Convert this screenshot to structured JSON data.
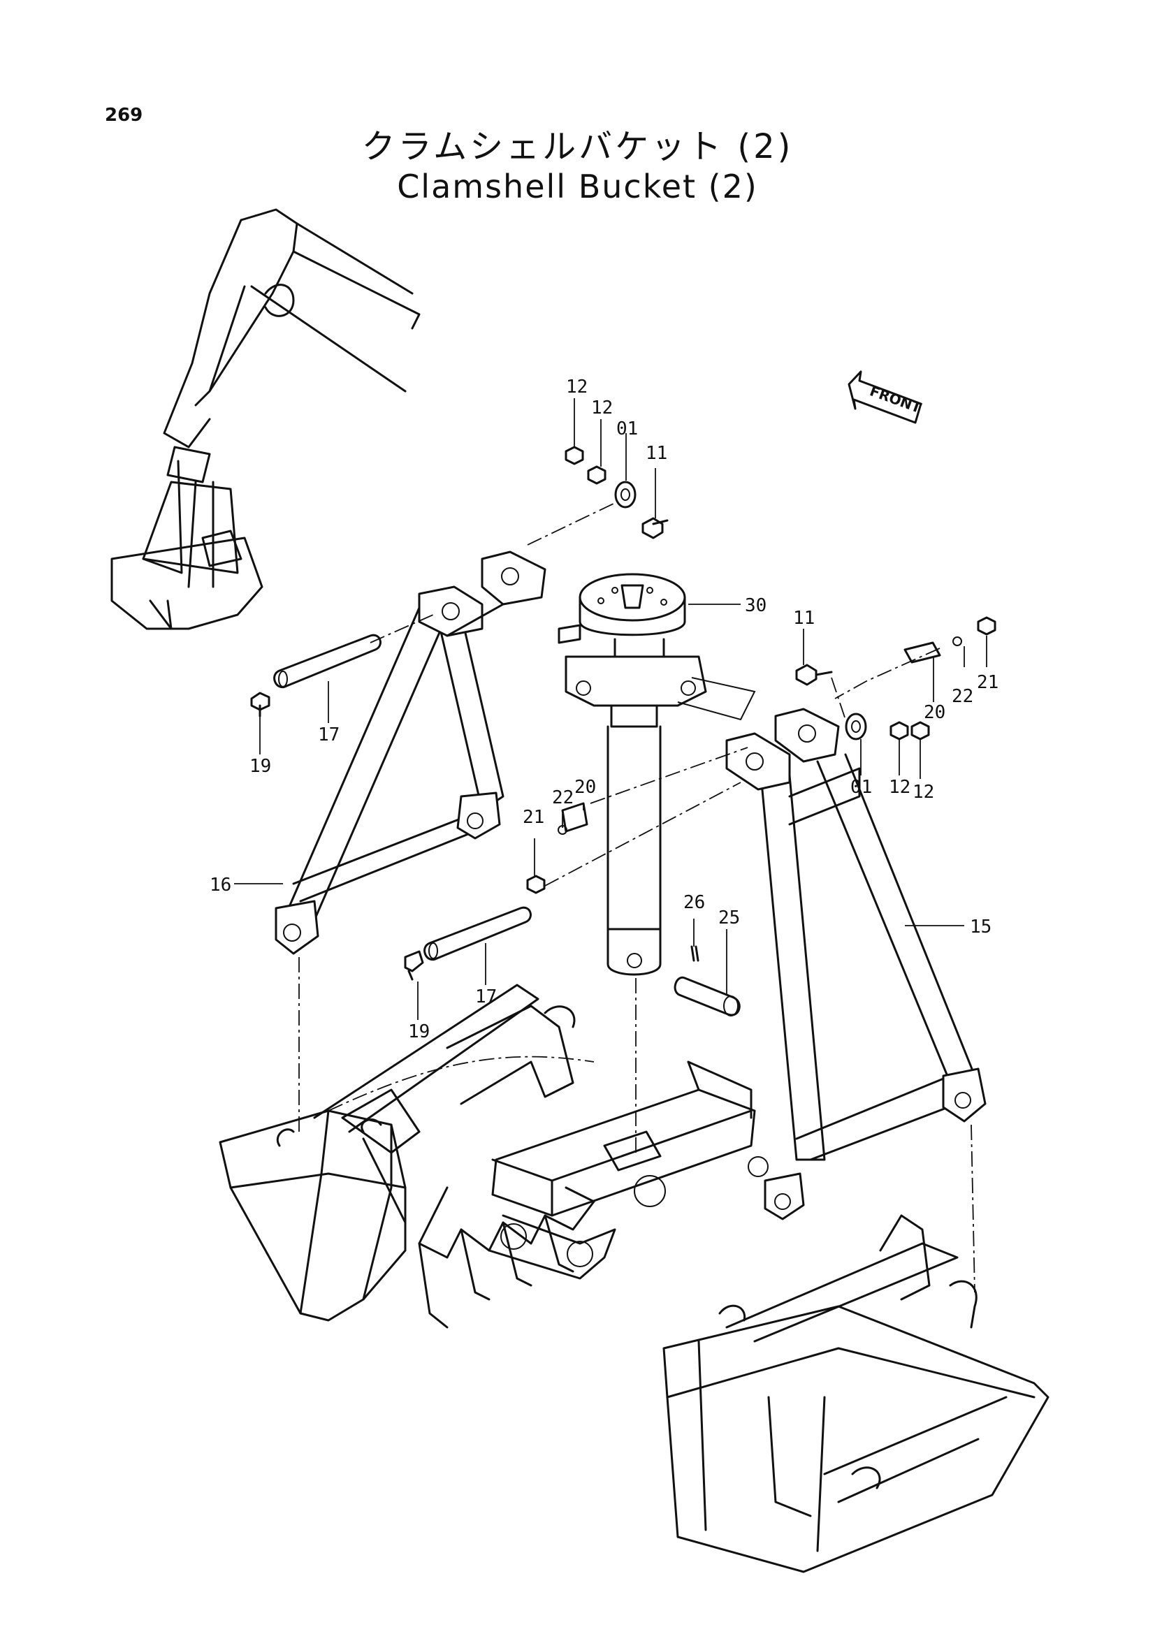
{
  "page_number": "269",
  "title": {
    "japanese": "クラムシェルバケット (2)",
    "english": "Clamshell Bucket (2)"
  },
  "direction_marker": "FRONT",
  "callouts": [
    {
      "id": "c12a",
      "label": "12"
    },
    {
      "id": "c12b",
      "label": "12"
    },
    {
      "id": "c01a",
      "label": "01"
    },
    {
      "id": "c11a",
      "label": "11"
    },
    {
      "id": "c30",
      "label": "30"
    },
    {
      "id": "c11b",
      "label": "11"
    },
    {
      "id": "c21a",
      "label": "21"
    },
    {
      "id": "c22a",
      "label": "22"
    },
    {
      "id": "c20a",
      "label": "20"
    },
    {
      "id": "c01b",
      "label": "01"
    },
    {
      "id": "c12c",
      "label": "12"
    },
    {
      "id": "c12d",
      "label": "12"
    },
    {
      "id": "c17a",
      "label": "17"
    },
    {
      "id": "c19a",
      "label": "19"
    },
    {
      "id": "c16",
      "label": "16"
    },
    {
      "id": "c21b",
      "label": "21"
    },
    {
      "id": "c22b",
      "label": "22"
    },
    {
      "id": "c20b",
      "label": "20"
    },
    {
      "id": "c26",
      "label": "26"
    },
    {
      "id": "c25",
      "label": "25"
    },
    {
      "id": "c15",
      "label": "15"
    },
    {
      "id": "c17b",
      "label": "17"
    },
    {
      "id": "c19b",
      "label": "19"
    }
  ]
}
